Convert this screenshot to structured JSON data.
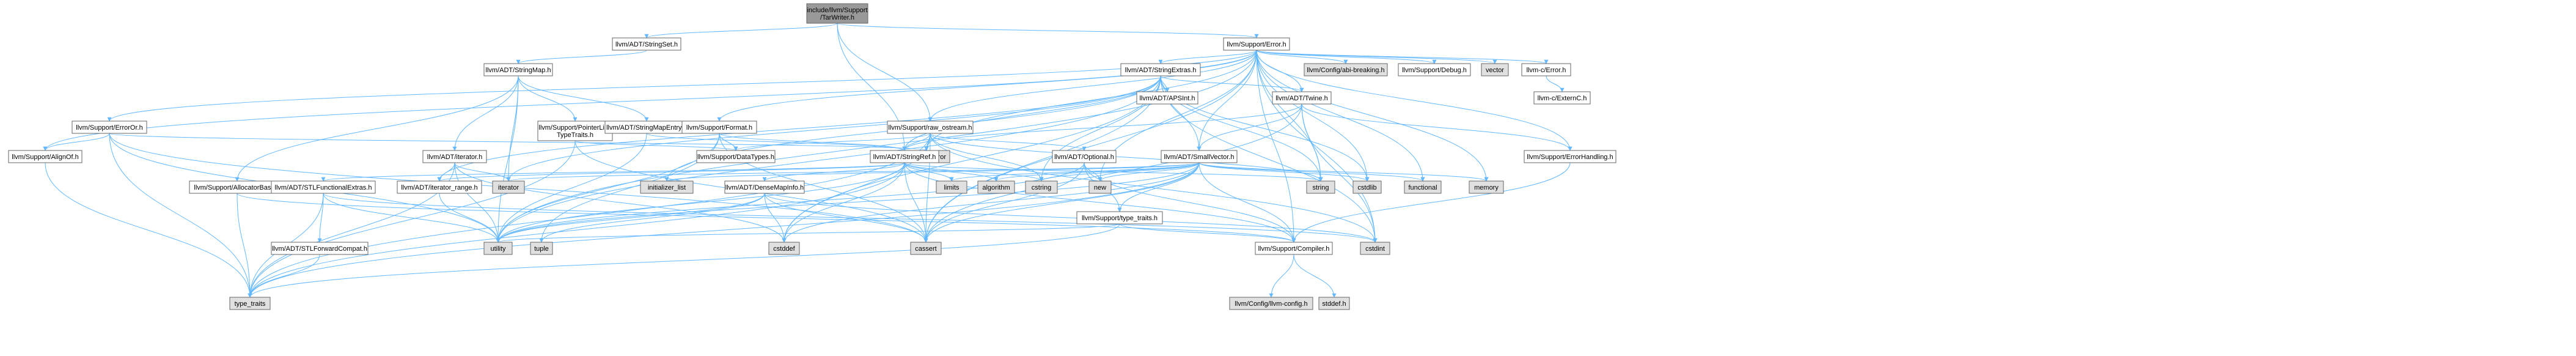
{
  "colors": {
    "root_fill": "#999999",
    "normal_fill": "#ffffff",
    "system_fill": "#e0e0e0",
    "red_border": "#ff0000",
    "gray_border": "#999999",
    "edge": "#63b8ff"
  },
  "nodes": [
    {
      "id": "root",
      "lines": [
        "include/llvm/Support",
        "/TarWriter.h"
      ],
      "kind": "root"
    },
    {
      "id": "stringset",
      "lines": [
        "llvm/ADT/StringSet.h"
      ],
      "kind": "normal"
    },
    {
      "id": "error",
      "lines": [
        "llvm/Support/Error.h"
      ],
      "kind": "normal"
    },
    {
      "id": "stringmap",
      "lines": [
        "llvm/ADT/StringMap.h"
      ],
      "kind": "normal"
    },
    {
      "id": "errorOr",
      "lines": [
        "llvm/Support/ErrorOr.h"
      ],
      "kind": "normal"
    },
    {
      "id": "alignOf",
      "lines": [
        "llvm/Support/AlignOf.h"
      ],
      "kind": "normal"
    },
    {
      "id": "pointerlike",
      "lines": [
        "llvm/Support/PointerLike",
        "TypeTraits.h"
      ],
      "kind": "normal"
    },
    {
      "id": "stringmapentry",
      "lines": [
        "llvm/ADT/StringMapEntry.h"
      ],
      "kind": "red"
    },
    {
      "id": "format",
      "lines": [
        "llvm/Support/Format.h"
      ],
      "kind": "red"
    },
    {
      "id": "rawostream",
      "lines": [
        "llvm/Support/raw_ostream.h"
      ],
      "kind": "normal"
    },
    {
      "id": "stringextras",
      "lines": [
        "llvm/ADT/StringExtras.h"
      ],
      "kind": "red"
    },
    {
      "id": "abibreaking",
      "lines": [
        "llvm/Config/abi-breaking.h"
      ],
      "kind": "gray"
    },
    {
      "id": "debug",
      "lines": [
        "llvm/Support/Debug.h"
      ],
      "kind": "normal"
    },
    {
      "id": "vector",
      "lines": [
        "vector"
      ],
      "kind": "system"
    },
    {
      "id": "cerror",
      "lines": [
        "llvm-c/Error.h"
      ],
      "kind": "normal"
    },
    {
      "id": "externc",
      "lines": [
        "llvm-c/ExternC.h"
      ],
      "kind": "normal"
    },
    {
      "id": "apsint",
      "lines": [
        "llvm/ADT/APSInt.h"
      ],
      "kind": "red"
    },
    {
      "id": "twine",
      "lines": [
        "llvm/ADT/Twine.h"
      ],
      "kind": "normal"
    },
    {
      "id": "iterator_h",
      "lines": [
        "llvm/ADT/iterator.h"
      ],
      "kind": "normal"
    },
    {
      "id": "datatypes",
      "lines": [
        "llvm/Support/DataTypes.h"
      ],
      "kind": "red"
    },
    {
      "id": "systemerror",
      "lines": [
        "system_error"
      ],
      "kind": "system"
    },
    {
      "id": "stringref",
      "lines": [
        "llvm/ADT/StringRef.h"
      ],
      "kind": "normal"
    },
    {
      "id": "optional",
      "lines": [
        "llvm/ADT/Optional.h"
      ],
      "kind": "red"
    },
    {
      "id": "smallvector",
      "lines": [
        "llvm/ADT/SmallVector.h"
      ],
      "kind": "normal"
    },
    {
      "id": "errorhandling",
      "lines": [
        "llvm/Support/ErrorHandling.h"
      ],
      "kind": "normal"
    },
    {
      "id": "allocatorbase",
      "lines": [
        "llvm/Support/AllocatorBase.h"
      ],
      "kind": "red"
    },
    {
      "id": "stlfunctional",
      "lines": [
        "llvm/ADT/STLFunctionalExtras.h"
      ],
      "kind": "normal"
    },
    {
      "id": "iteratorrange",
      "lines": [
        "llvm/ADT/iterator_range.h"
      ],
      "kind": "normal"
    },
    {
      "id": "iterator_sys",
      "lines": [
        "iterator"
      ],
      "kind": "system"
    },
    {
      "id": "initlist",
      "lines": [
        "initializer_list"
      ],
      "kind": "system"
    },
    {
      "id": "densemapinfo",
      "lines": [
        "llvm/ADT/DenseMapInfo.h"
      ],
      "kind": "normal"
    },
    {
      "id": "limits",
      "lines": [
        "limits"
      ],
      "kind": "system"
    },
    {
      "id": "algorithm",
      "lines": [
        "algorithm"
      ],
      "kind": "system"
    },
    {
      "id": "cstring",
      "lines": [
        "cstring"
      ],
      "kind": "system"
    },
    {
      "id": "typetraits_h",
      "lines": [
        "llvm/Support/type_traits.h"
      ],
      "kind": "normal"
    },
    {
      "id": "new",
      "lines": [
        "new"
      ],
      "kind": "system"
    },
    {
      "id": "string",
      "lines": [
        "string"
      ],
      "kind": "system"
    },
    {
      "id": "cstdlib",
      "lines": [
        "cstdlib"
      ],
      "kind": "system"
    },
    {
      "id": "functional",
      "lines": [
        "functional"
      ],
      "kind": "system"
    },
    {
      "id": "memory",
      "lines": [
        "memory"
      ],
      "kind": "system"
    },
    {
      "id": "stlforwardcompat",
      "lines": [
        "llvm/ADT/STLForwardCompat.h"
      ],
      "kind": "normal"
    },
    {
      "id": "utility",
      "lines": [
        "utility"
      ],
      "kind": "system"
    },
    {
      "id": "tuple",
      "lines": [
        "tuple"
      ],
      "kind": "system"
    },
    {
      "id": "cstddef",
      "lines": [
        "cstddef"
      ],
      "kind": "system"
    },
    {
      "id": "cassert",
      "lines": [
        "cassert"
      ],
      "kind": "system"
    },
    {
      "id": "compiler",
      "lines": [
        "llvm/Support/Compiler.h"
      ],
      "kind": "normal"
    },
    {
      "id": "cstdint",
      "lines": [
        "cstdint"
      ],
      "kind": "system"
    },
    {
      "id": "typetraits_sys",
      "lines": [
        "type_traits"
      ],
      "kind": "system"
    },
    {
      "id": "llvmconfig",
      "lines": [
        "llvm/Config/llvm-config.h"
      ],
      "kind": "system"
    },
    {
      "id": "stddef",
      "lines": [
        "stddef.h"
      ],
      "kind": "system"
    }
  ],
  "edges": [
    [
      "root",
      "stringset"
    ],
    [
      "root",
      "error"
    ],
    [
      "root",
      "stringref"
    ],
    [
      "root",
      "rawostream"
    ],
    [
      "stringset",
      "stringmap"
    ],
    [
      "stringmap",
      "stringmapentry"
    ],
    [
      "stringmap",
      "allocatorbase"
    ],
    [
      "stringmap",
      "pointerlike"
    ],
    [
      "stringmap",
      "iterator_h"
    ],
    [
      "stringmap",
      "iterator_sys"
    ],
    [
      "stringmap",
      "utility"
    ],
    [
      "error",
      "abibreaking"
    ],
    [
      "error",
      "debug"
    ],
    [
      "error",
      "vector"
    ],
    [
      "error",
      "cerror"
    ],
    [
      "error",
      "stringextras"
    ],
    [
      "error",
      "twine"
    ],
    [
      "error",
      "format"
    ],
    [
      "error",
      "rawostream"
    ],
    [
      "error",
      "errorOr"
    ],
    [
      "error",
      "alignOf"
    ],
    [
      "error",
      "smallvector"
    ],
    [
      "error",
      "errorhandling"
    ],
    [
      "error",
      "compiler"
    ],
    [
      "error",
      "cassert"
    ],
    [
      "error",
      "cstdint"
    ],
    [
      "error",
      "cstdlib"
    ],
    [
      "error",
      "functional"
    ],
    [
      "error",
      "memory"
    ],
    [
      "error",
      "new"
    ],
    [
      "error",
      "string"
    ],
    [
      "error",
      "systemerror"
    ],
    [
      "error",
      "type_traits_link"
    ],
    [
      "error",
      "utility"
    ],
    [
      "cerror",
      "externc"
    ],
    [
      "errorOr",
      "alignOf"
    ],
    [
      "errorOr",
      "cassert"
    ],
    [
      "errorOr",
      "systemerror"
    ],
    [
      "errorOr",
      "typetraits_sys"
    ],
    [
      "errorOr",
      "utility"
    ],
    [
      "alignOf",
      "typetraits_sys"
    ],
    [
      "pointerlike",
      "datatypes"
    ],
    [
      "pointerlike",
      "cassert"
    ],
    [
      "pointerlike",
      "typetraits_sys"
    ],
    [
      "stringmapentry",
      "stringref"
    ],
    [
      "stringmapentry",
      "utility"
    ],
    [
      "format",
      "stringref"
    ],
    [
      "format",
      "datatypes"
    ],
    [
      "format",
      "cassert"
    ],
    [
      "format",
      "cstdio_link"
    ],
    [
      "format",
      "tuple"
    ],
    [
      "format",
      "utility"
    ],
    [
      "rawostream",
      "stringref"
    ],
    [
      "rawostream",
      "datatypes"
    ],
    [
      "rawostream",
      "optional"
    ],
    [
      "rawostream",
      "cassert"
    ],
    [
      "rawostream",
      "cstddef"
    ],
    [
      "rawostream",
      "cstdint"
    ],
    [
      "rawostream",
      "cstring"
    ],
    [
      "rawostream",
      "string"
    ],
    [
      "rawostream",
      "systemerror"
    ],
    [
      "rawostream",
      "typetraits_sys"
    ],
    [
      "stringextras",
      "apsint"
    ],
    [
      "stringextras",
      "smallvector"
    ],
    [
      "stringextras",
      "stringref"
    ],
    [
      "stringextras",
      "twine"
    ],
    [
      "stringextras",
      "iteratorrange"
    ],
    [
      "stringextras",
      "cassert"
    ],
    [
      "stringextras",
      "cstddef"
    ],
    [
      "stringextras",
      "cstdint"
    ],
    [
      "stringextras",
      "cstdlib"
    ],
    [
      "stringextras",
      "cstring"
    ],
    [
      "stringextras",
      "initlist"
    ],
    [
      "stringextras",
      "iterator_sys"
    ],
    [
      "stringextras",
      "string"
    ],
    [
      "stringextras",
      "utility"
    ],
    [
      "twine",
      "smallvector"
    ],
    [
      "twine",
      "stringref"
    ],
    [
      "twine",
      "errorhandling"
    ],
    [
      "twine",
      "cassert"
    ],
    [
      "twine",
      "cstdint"
    ],
    [
      "twine",
      "string"
    ],
    [
      "iterator_h",
      "iteratorrange"
    ],
    [
      "iterator_h",
      "cstddef"
    ],
    [
      "iterator_h",
      "iterator_sys"
    ],
    [
      "iterator_h",
      "typetraits_sys"
    ],
    [
      "iterator_h",
      "utility"
    ],
    [
      "stringref",
      "stlfunctional"
    ],
    [
      "stringref",
      "iteratorrange"
    ],
    [
      "stringref",
      "compiler"
    ],
    [
      "stringref",
      "algorithm"
    ],
    [
      "stringref",
      "cassert"
    ],
    [
      "stringref",
      "cstddef"
    ],
    [
      "stringref",
      "cstring"
    ],
    [
      "stringref",
      "limits"
    ],
    [
      "stringref",
      "string"
    ],
    [
      "stringref",
      "typetraits_sys"
    ],
    [
      "stringref",
      "utility"
    ],
    [
      "stringref",
      "densemapinfo"
    ],
    [
      "optional",
      "compiler"
    ],
    [
      "optional",
      "typetraits_h"
    ],
    [
      "optional",
      "cassert"
    ],
    [
      "optional",
      "new"
    ],
    [
      "optional",
      "utility"
    ],
    [
      "smallvector",
      "compiler"
    ],
    [
      "smallvector",
      "typetraits_h"
    ],
    [
      "smallvector",
      "algorithm"
    ],
    [
      "smallvector",
      "cassert"
    ],
    [
      "smallvector",
      "cstddef"
    ],
    [
      "smallvector",
      "cstdlib"
    ],
    [
      "smallvector",
      "cstring"
    ],
    [
      "smallvector",
      "functional"
    ],
    [
      "smallvector",
      "initlist"
    ],
    [
      "smallvector",
      "iterator_sys"
    ],
    [
      "smallvector",
      "limits"
    ],
    [
      "smallvector",
      "memory"
    ],
    [
      "smallvector",
      "new"
    ],
    [
      "smallvector",
      "typetraits_sys"
    ],
    [
      "smallvector",
      "utility"
    ],
    [
      "errorhandling",
      "compiler"
    ],
    [
      "allocatorbase",
      "compiler"
    ],
    [
      "allocatorbase",
      "typetraits_sys"
    ],
    [
      "stlfunctional",
      "stlforwardcompat"
    ],
    [
      "stlfunctional",
      "cstdint"
    ],
    [
      "stlfunctional",
      "typetraits_sys"
    ],
    [
      "stlfunctional",
      "utility"
    ],
    [
      "iteratorrange",
      "utility"
    ],
    [
      "stlforwardcompat",
      "typetraits_sys"
    ],
    [
      "densemapinfo",
      "cassert"
    ],
    [
      "densemapinfo",
      "cstddef"
    ],
    [
      "densemapinfo",
      "cstdint"
    ],
    [
      "densemapinfo",
      "tuple"
    ],
    [
      "densemapinfo",
      "utility"
    ],
    [
      "typetraits_h",
      "compiler"
    ],
    [
      "typetraits_h",
      "typetraits_sys"
    ],
    [
      "typetraits_h",
      "utility"
    ],
    [
      "compiler",
      "llvmconfig"
    ],
    [
      "compiler",
      "stddef"
    ]
  ]
}
